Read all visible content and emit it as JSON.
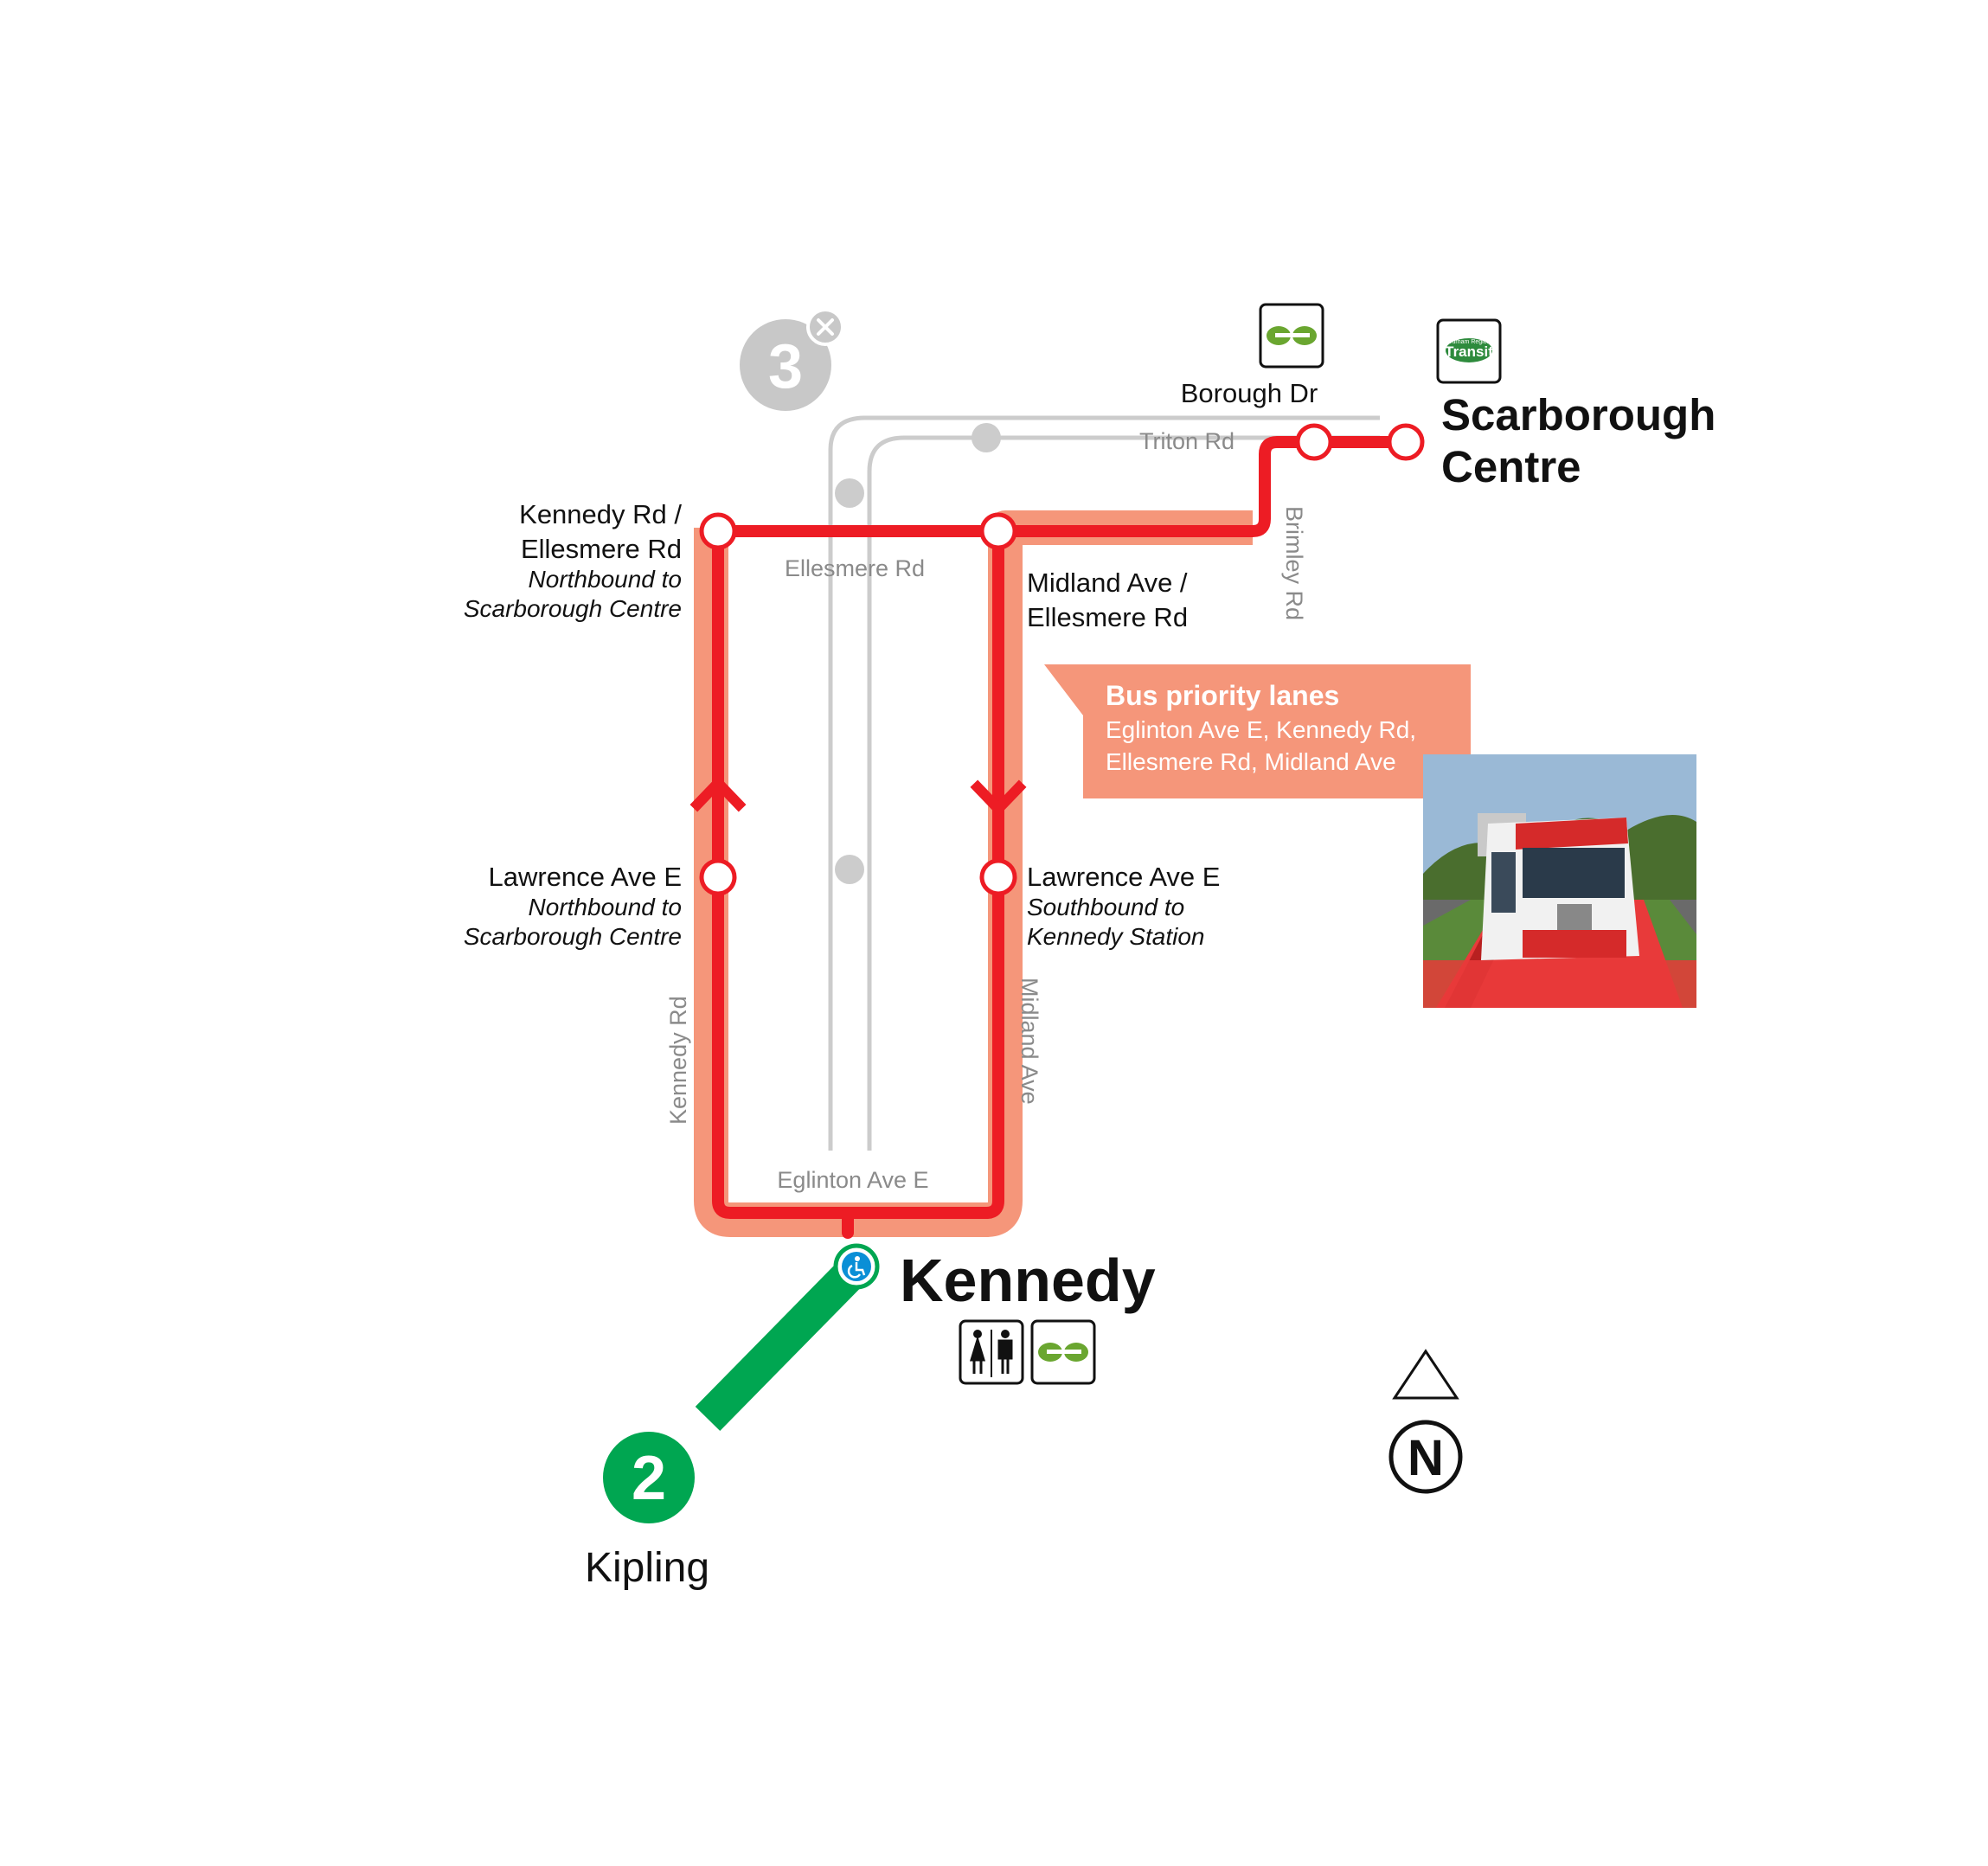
{
  "colors": {
    "route": "#ed1c24",
    "priority_lane": "#f5967a",
    "line2": "#00a651",
    "line3_closed": "#cccccc",
    "street": "#8a8a8a",
    "go": "#6aa630"
  },
  "stops": {
    "kennedy_ellesmere": {
      "name_line1": "Kennedy Rd /",
      "name_line2": "Ellesmere Rd",
      "direction_line1": "Northbound to",
      "direction_line2": "Scarborough Centre"
    },
    "midland_ellesmere": {
      "name_line1": "Midland Ave /",
      "name_line2": "Ellesmere Rd"
    },
    "lawrence_west": {
      "name": "Lawrence Ave E",
      "direction_line1": "Northbound to",
      "direction_line2": "Scarborough Centre"
    },
    "lawrence_east": {
      "name": "Lawrence Ave E",
      "direction_line1": "Southbound to",
      "direction_line2": "Kennedy Station"
    },
    "borough_dr": {
      "name": "Borough Dr"
    },
    "scarborough_centre": {
      "name_line1": "Scarborough",
      "name_line2": "Centre"
    },
    "kennedy": {
      "name": "Kennedy"
    }
  },
  "streets": {
    "triton": "Triton Rd",
    "ellesmere": "Ellesmere Rd",
    "brimley": "Brimley Rd",
    "kennedy_rd": "Kennedy Rd",
    "midland": "Midland Ave",
    "eglinton": "Eglinton Ave E"
  },
  "callout": {
    "title": "Bus priority lanes",
    "line1": "Eglinton Ave E, Kennedy Rd,",
    "line2": "Ellesmere Rd, Midland Ave"
  },
  "lines": {
    "line3_number": "3",
    "line2_number": "2",
    "line2_terminus": "Kipling"
  },
  "compass": {
    "label": "N"
  },
  "icons": {
    "go_transit": "GO",
    "durham_transit_line1": "Durham Region",
    "durham_transit_line2": "Transit"
  }
}
